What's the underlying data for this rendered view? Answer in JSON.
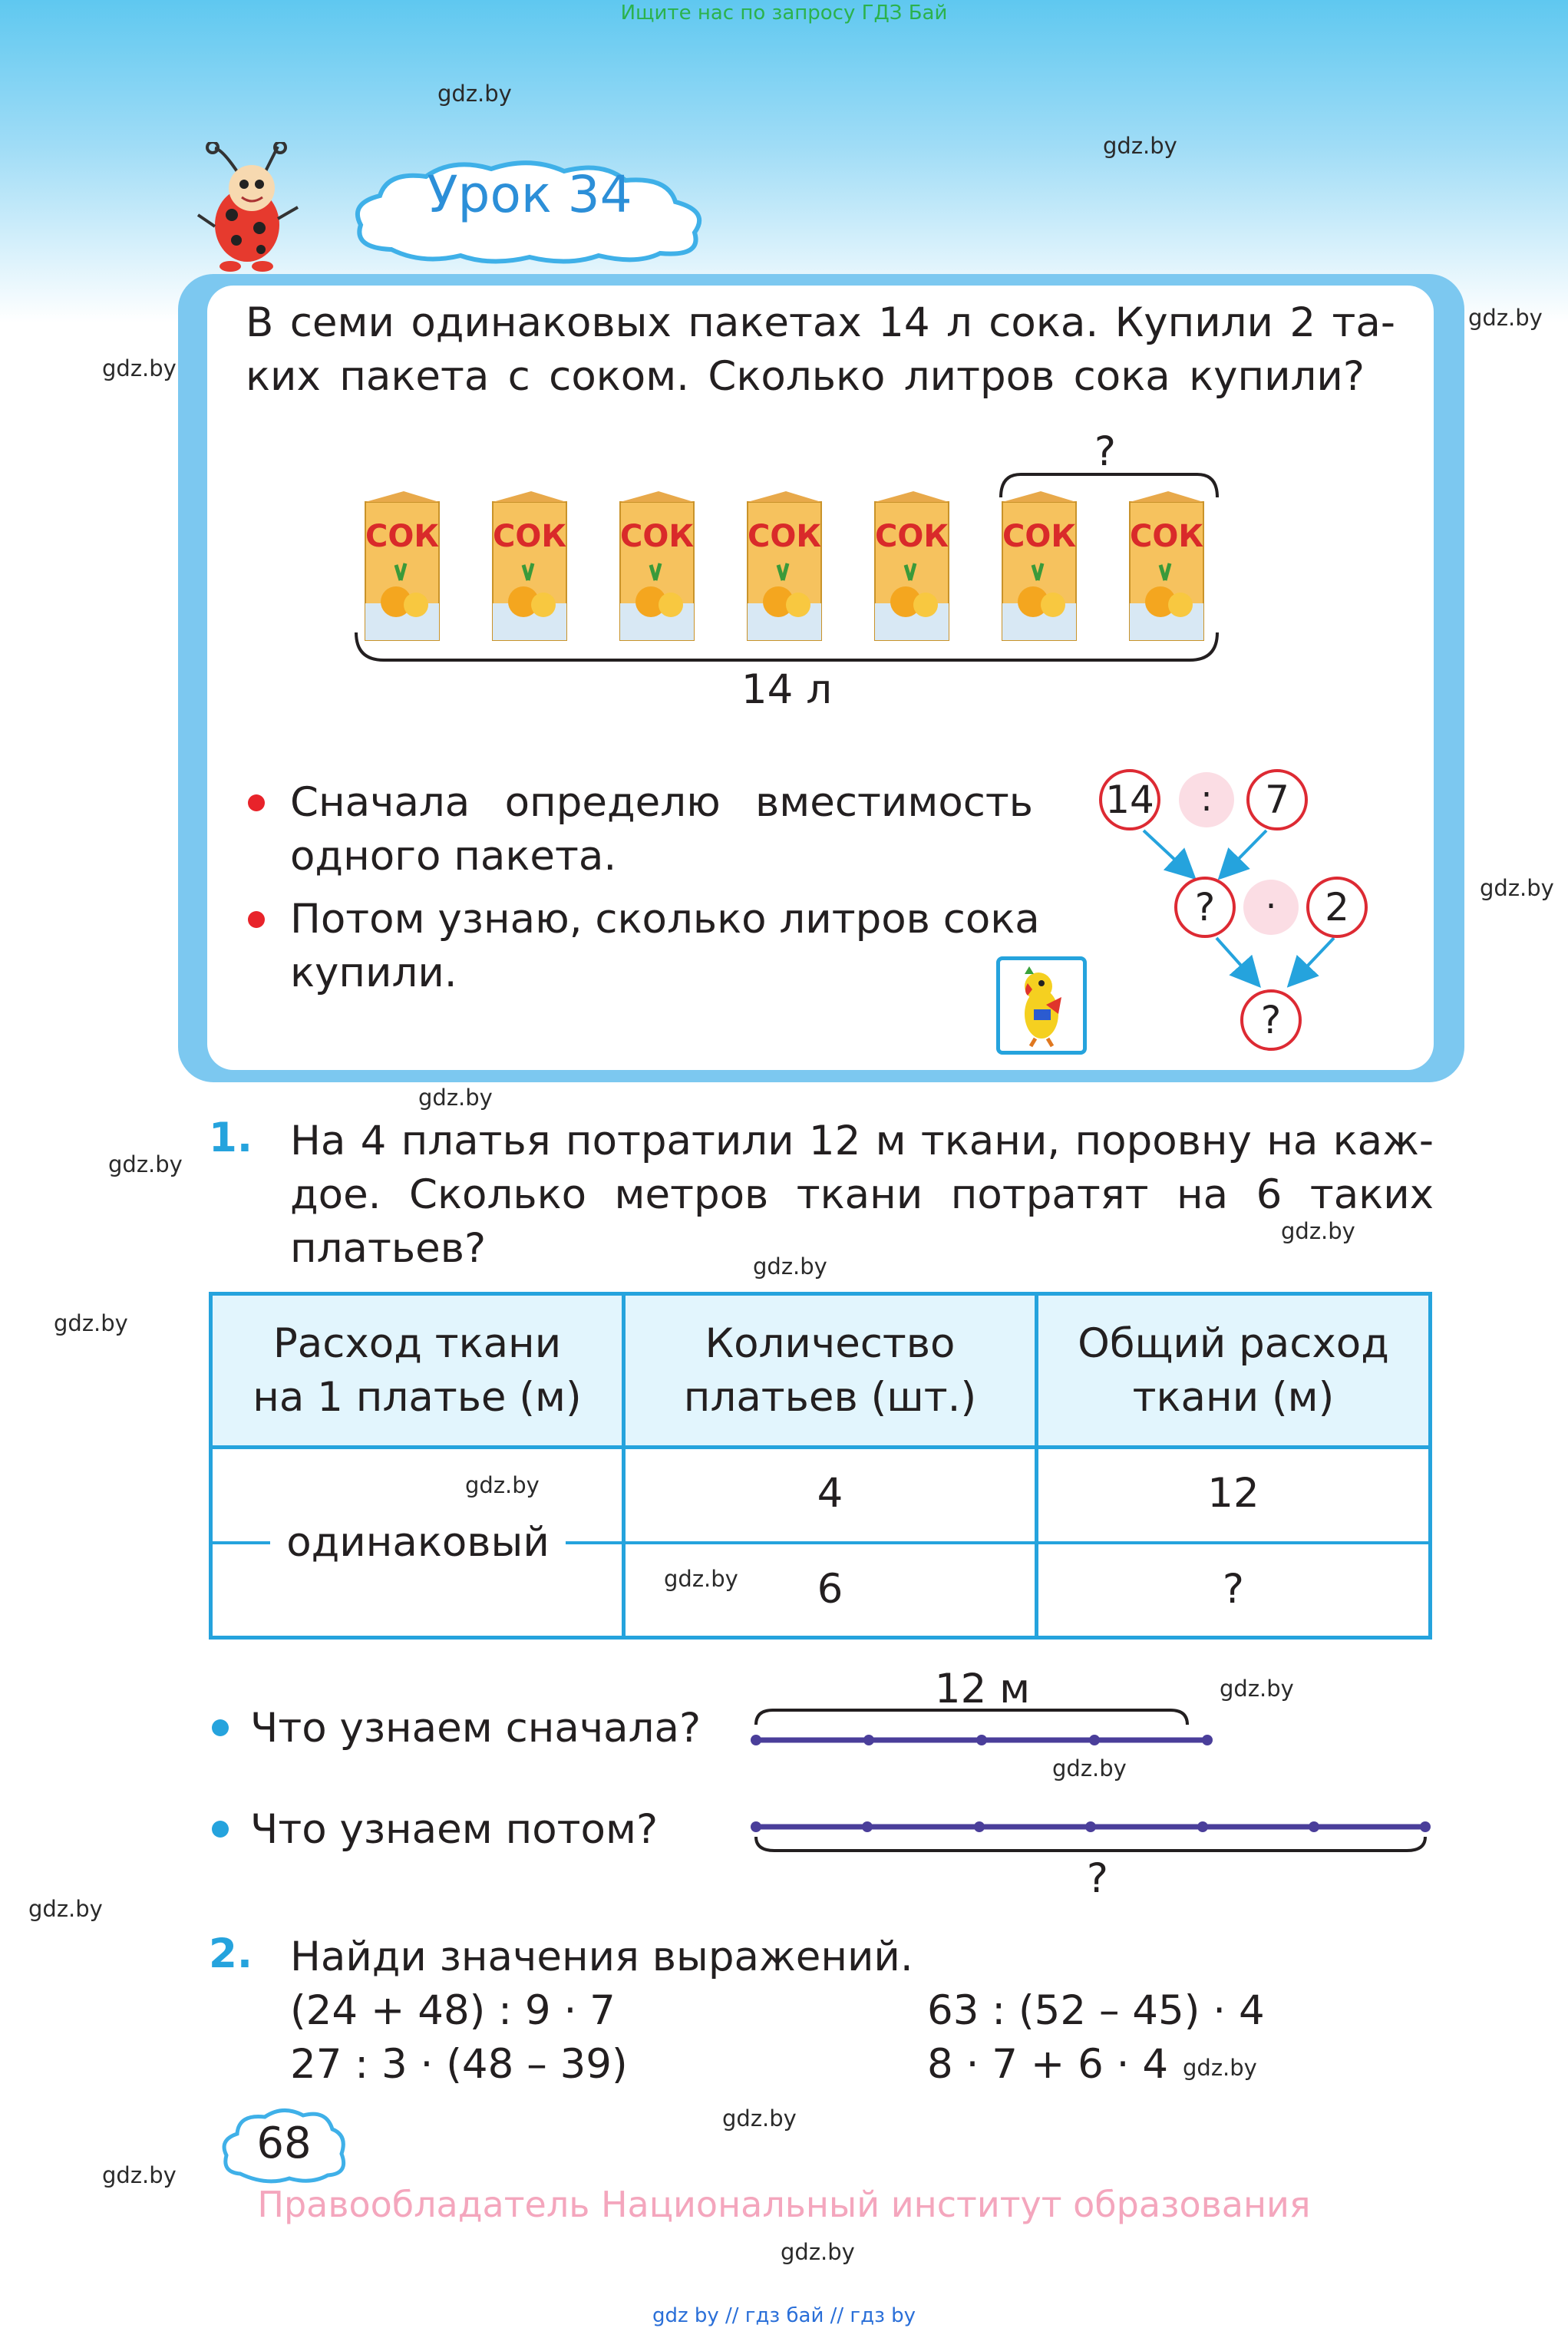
{
  "top_link": "Ищите нас по запросу ГДЗ Бай",
  "watermark": "gdz.by",
  "lesson_title": "Урок 34",
  "intro_task": {
    "line1": "В семи одинаковых пакетах 14 л сока. Купили 2 та-",
    "line2": "ких пакета с соком. Сколько литров сока купили?",
    "bracket_question": "?",
    "carton_label": "СОК",
    "total_label": "14 л",
    "bullet1_line1": "Сначала определю вместимость",
    "bullet1_line2": "одного пакета.",
    "bullet2_line1": "Потом узнаю, сколько литров сока",
    "bullet2_line2": "купили."
  },
  "scheme": {
    "a": "14",
    "op1": ":",
    "b": "7",
    "c": "?",
    "op2": "·",
    "d": "2",
    "result": "?"
  },
  "task1": {
    "number": "1.",
    "line1": "На 4 платья потратили 12 м ткани, поровну на каж-",
    "line2": "дое. Сколько метров ткани потратят на 6 таких",
    "line3": "платьев?"
  },
  "table": {
    "headers": [
      [
        "Расход ткани",
        "на 1 платье (м)"
      ],
      [
        "Количество",
        "платьев (шт.)"
      ],
      [
        "Общий расход",
        "ткани (м)"
      ]
    ],
    "merged_label": "одинаковый",
    "rows": [
      [
        "4",
        "12"
      ],
      [
        "6",
        "?"
      ]
    ]
  },
  "questions": {
    "first": "Что узнаем сначала?",
    "then": "Что узнаем потом?",
    "segment_top_label": "12 м",
    "segment_bottom_label": "?"
  },
  "task2": {
    "number": "2.",
    "title": "Найди значения выражений.",
    "expr1": "(24 + 48) : 9 · 7",
    "expr2": "27 : 3 · (48 – 39)",
    "expr3": "63 : (52 – 45) · 4",
    "expr4": "8 · 7 + 6 · 4"
  },
  "page_number": "68",
  "copyright": "Правообладатель Национальный институт образования",
  "footer_link": "gdz by  //  гдз бай  //  гдз by"
}
